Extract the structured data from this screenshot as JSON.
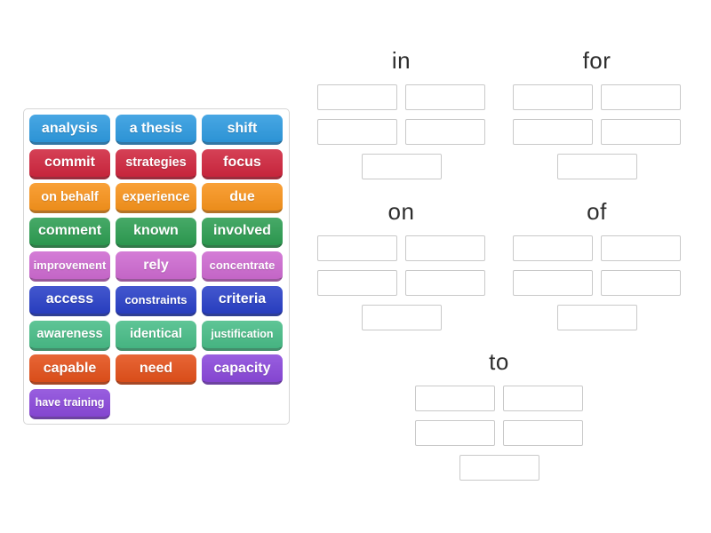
{
  "page": {
    "background_color": "#ffffff",
    "header_text_color": "#2d2d2d",
    "slot_border_color": "#c9c9c9",
    "tile_text_color": "#ffffff"
  },
  "word_bank": {
    "tiles": [
      {
        "label": "analysis",
        "color": "#2F9BE0"
      },
      {
        "label": "a thesis",
        "color": "#2F9BE0"
      },
      {
        "label": "shift",
        "color": "#2F9BE0"
      },
      {
        "label": "commit",
        "color": "#D0273F"
      },
      {
        "label": "strategies",
        "color": "#D0273F"
      },
      {
        "label": "focus",
        "color": "#D0273F"
      },
      {
        "label": "on behalf",
        "color": "#F8941D"
      },
      {
        "label": "experience",
        "color": "#F8941D"
      },
      {
        "label": "due",
        "color": "#F8941D"
      },
      {
        "label": "comment",
        "color": "#2E9E53"
      },
      {
        "label": "known",
        "color": "#2E9E53"
      },
      {
        "label": "involved",
        "color": "#2E9E53"
      },
      {
        "label": "improvement",
        "color": "#CE6BD1"
      },
      {
        "label": "rely",
        "color": "#CE6BD1"
      },
      {
        "label": "concentrate",
        "color": "#CE6BD1"
      },
      {
        "label": "access",
        "color": "#2A41C8"
      },
      {
        "label": "constraints",
        "color": "#2A41C8"
      },
      {
        "label": "criteria",
        "color": "#2A41C8"
      },
      {
        "label": "awareness",
        "color": "#49BD88"
      },
      {
        "label": "identical",
        "color": "#49BD88"
      },
      {
        "label": "justification",
        "color": "#49BD88"
      },
      {
        "label": "capable",
        "color": "#E4511B"
      },
      {
        "label": "need",
        "color": "#E4511B"
      },
      {
        "label": "capacity",
        "color": "#8B49DB"
      },
      {
        "label": "have training",
        "color": "#8B49DB"
      }
    ]
  },
  "groups": [
    {
      "label": "in",
      "slot_count": 5
    },
    {
      "label": "for",
      "slot_count": 5
    },
    {
      "label": "on",
      "slot_count": 5
    },
    {
      "label": "of",
      "slot_count": 5
    },
    {
      "label": "to",
      "slot_count": 5
    }
  ]
}
